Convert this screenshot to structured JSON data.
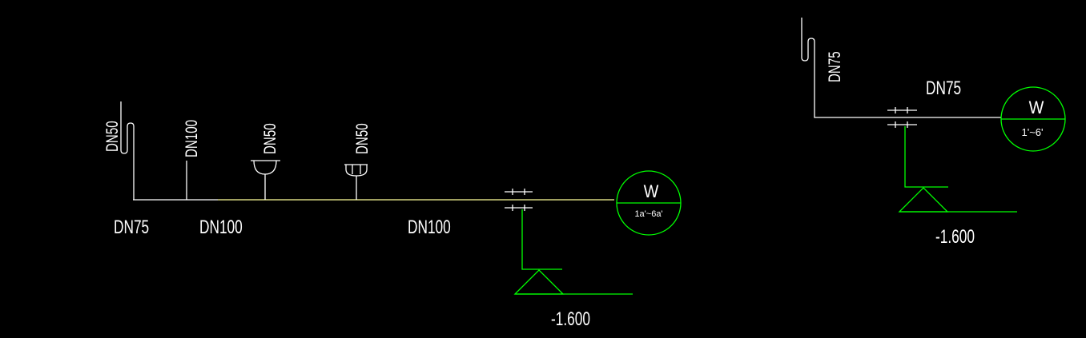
{
  "drawing": {
    "colors": {
      "background": "#000000",
      "pipe_white": "#ffffff",
      "pipe_yellow": "#ffff99",
      "green": "#00ff00",
      "text": "#ffffff"
    },
    "left_system": {
      "riser_labels": [
        "DN50",
        "DN100",
        "DN50",
        "DN50"
      ],
      "pipe_labels": [
        "DN75",
        "DN100",
        "DN100"
      ],
      "elevation": "-1.600",
      "well_letter": "W",
      "well_range": "1a'~6a'"
    },
    "right_system": {
      "riser_label": "DN75",
      "pipe_label": "DN75",
      "elevation": "-1.600",
      "well_letter": "W",
      "well_range": "1'~6'"
    }
  }
}
